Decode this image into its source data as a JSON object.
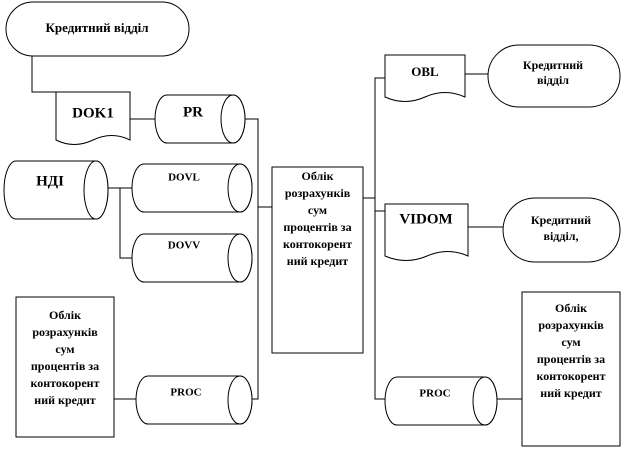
{
  "nodes": {
    "credit_dept_top": "Кредитний відділ",
    "dok1": "DOK1",
    "pr": "PR",
    "ndi": "НДІ",
    "dovl": "DOVL",
    "dovv": "DOVV",
    "proc_left": "PROC",
    "process_center": "Облік\nрозрахунків\nсум\nпроцентів за\nконтокорент\nний кредит",
    "process_left": "Облік\nрозрахунків\nсум\nпроцентів за\nконтокорент\nний кредит",
    "process_right": "Облік\nрозрахунків\nсум\nпроцентів за\nконтокорент\nний кредит",
    "obl": "OBL",
    "credit_dept_right1": "Кредитний\nвідділ",
    "vidom": "VIDOM",
    "credit_dept_right2": "Кредитний\nвідділ,",
    "proc_right": "PROC"
  }
}
